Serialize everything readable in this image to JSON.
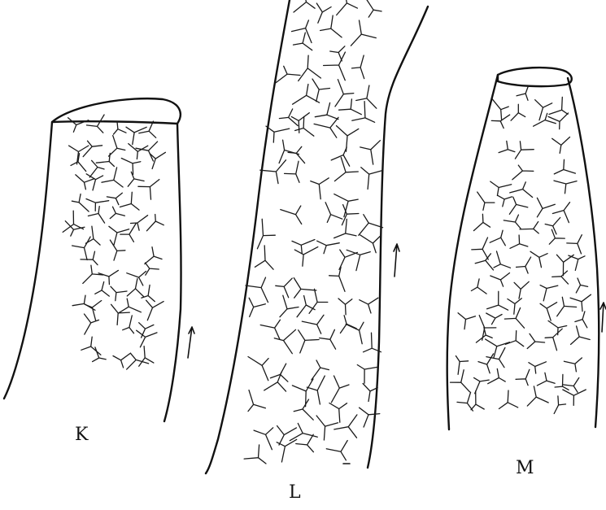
{
  "figure": {
    "panels": [
      {
        "id": "k",
        "label": "K"
      },
      {
        "id": "l",
        "label": "L"
      },
      {
        "id": "m",
        "label": "M"
      }
    ],
    "ink_color": "#111111",
    "background_color": "#ffffff"
  }
}
